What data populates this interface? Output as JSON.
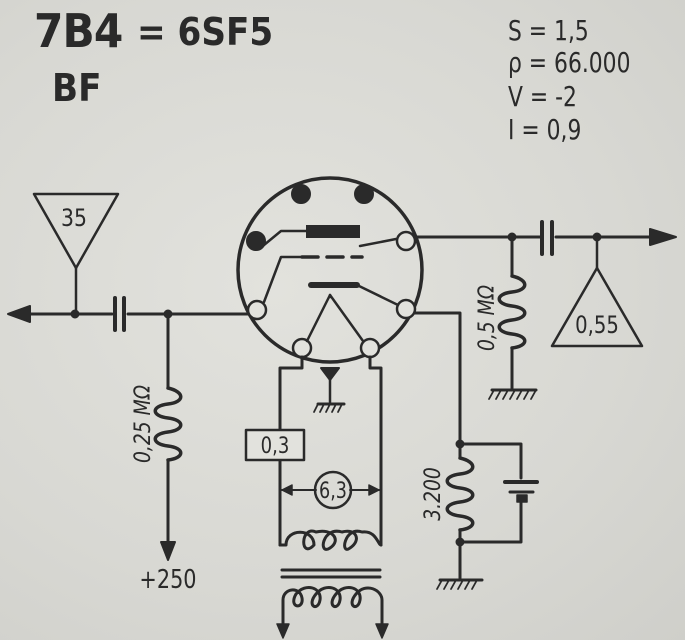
{
  "header": {
    "tube_code": "7B4",
    "equivalent": "= 6SF5",
    "function": "BF"
  },
  "parameters": [
    {
      "text": "S = 1,5"
    },
    {
      "text": "ρ = 66.000"
    },
    {
      "text": "V = -2"
    },
    {
      "text": "I = 0,9"
    }
  ],
  "labels": {
    "input_level": "35",
    "output_level": "0,55",
    "grid_resistor": "0,25 MΩ",
    "plate_resistor": "0,5 MΩ",
    "cathode_resistor": "3.200",
    "heater_current": "0,3",
    "heater_voltage": "6,3",
    "supply_voltage": "+250"
  },
  "colors": {
    "ink": "#2a2a2a",
    "paper": "#d9d9d4"
  }
}
